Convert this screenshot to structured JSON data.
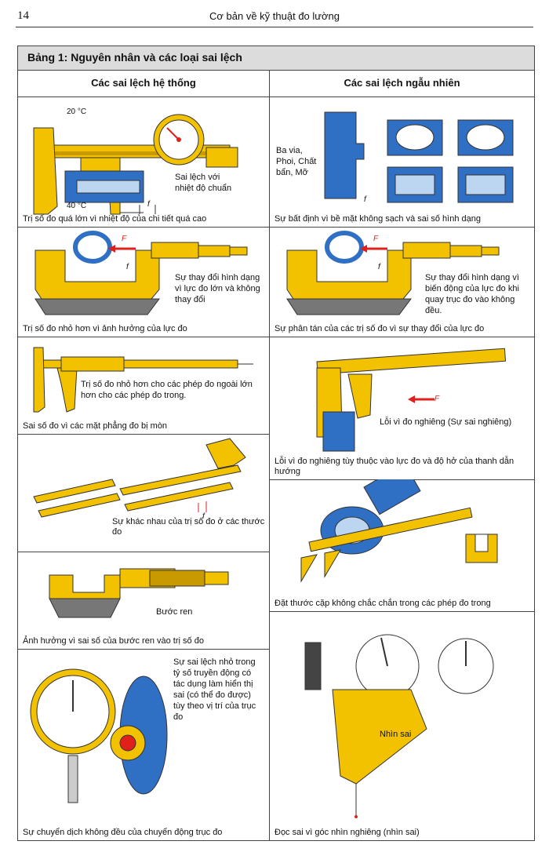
{
  "header": {
    "page_number": "14",
    "running_title": "Cơ bản về kỹ thuật đo lường"
  },
  "table": {
    "title": "Bảng 1: Nguyên nhân và các loại sai lệch",
    "col_left": "Các sai lệch hệ thống",
    "col_right": "Các sai lệch ngẫu nhiên"
  },
  "left": [
    {
      "caption": "Trị số đo quá lớn vì nhiệt độ của chi tiết quá cao",
      "temp_top": "20 °C",
      "temp_bottom": "40 °C",
      "note": "Sai lệch với nhiệt độ chuẩn",
      "f": "f"
    },
    {
      "caption": "Trị số đo nhỏ hơn vì ảnh hưởng của lực đo",
      "note": "Sự thay đổi hình dạng vì lực đo lớn và không thay đổi",
      "F": "F",
      "f": "f"
    },
    {
      "caption": "Sai số đo vì các mặt phẳng đo bị mòn",
      "note": "Trị số đo nhỏ hơn cho các phép đo ngoài lớn hơn cho các phép đo trong."
    },
    {
      "caption": "Sự khác nhau của trị số đo ở các thước đo",
      "f": "f"
    },
    {
      "caption": "Ảnh hưởng vì sai số của bước ren vào trị số đo",
      "note": "Bước ren"
    },
    {
      "caption": "Sự chuyển dịch không đều của chuyển động trục đo",
      "note": "Sự sai lệch nhỏ trong tỷ số truyền động có tác dụng làm hiển thị sai (có thể đo được) tùy theo vị trí của trục đo"
    }
  ],
  "right": [
    {
      "caption": "Sự bất định vì bề mặt không sạch và sai số hình dạng",
      "note": "Ba via, Phoi, Chất bẩn, Mỡ",
      "f": "f"
    },
    {
      "caption": "Sự phân tán của các trị số đo vì sự thay đổi của lực đo",
      "note": "Sự thay đổi hình dạng vì biến động của lực đo khi quay trục đo vào không đều.",
      "F": "F",
      "f": "f"
    },
    {
      "caption": "Lỗi vì đo nghiêng tùy thuộc vào lực đo và độ hở của thanh dẫn hướng",
      "note": "Lỗi vì đo nghiêng (Sự sai nghiêng)",
      "F": "F"
    },
    {
      "caption": "Đặt thước cặp không chắc chắn trong các phép đo trong"
    },
    {
      "caption": "Đọc sai vì góc nhìn nghiêng (nhìn sai)",
      "note": "Nhìn sai"
    }
  ],
  "colors": {
    "yellow": "#f2c200",
    "blue": "#2f6fc4",
    "red": "#e0201b",
    "grey": "#777777"
  }
}
